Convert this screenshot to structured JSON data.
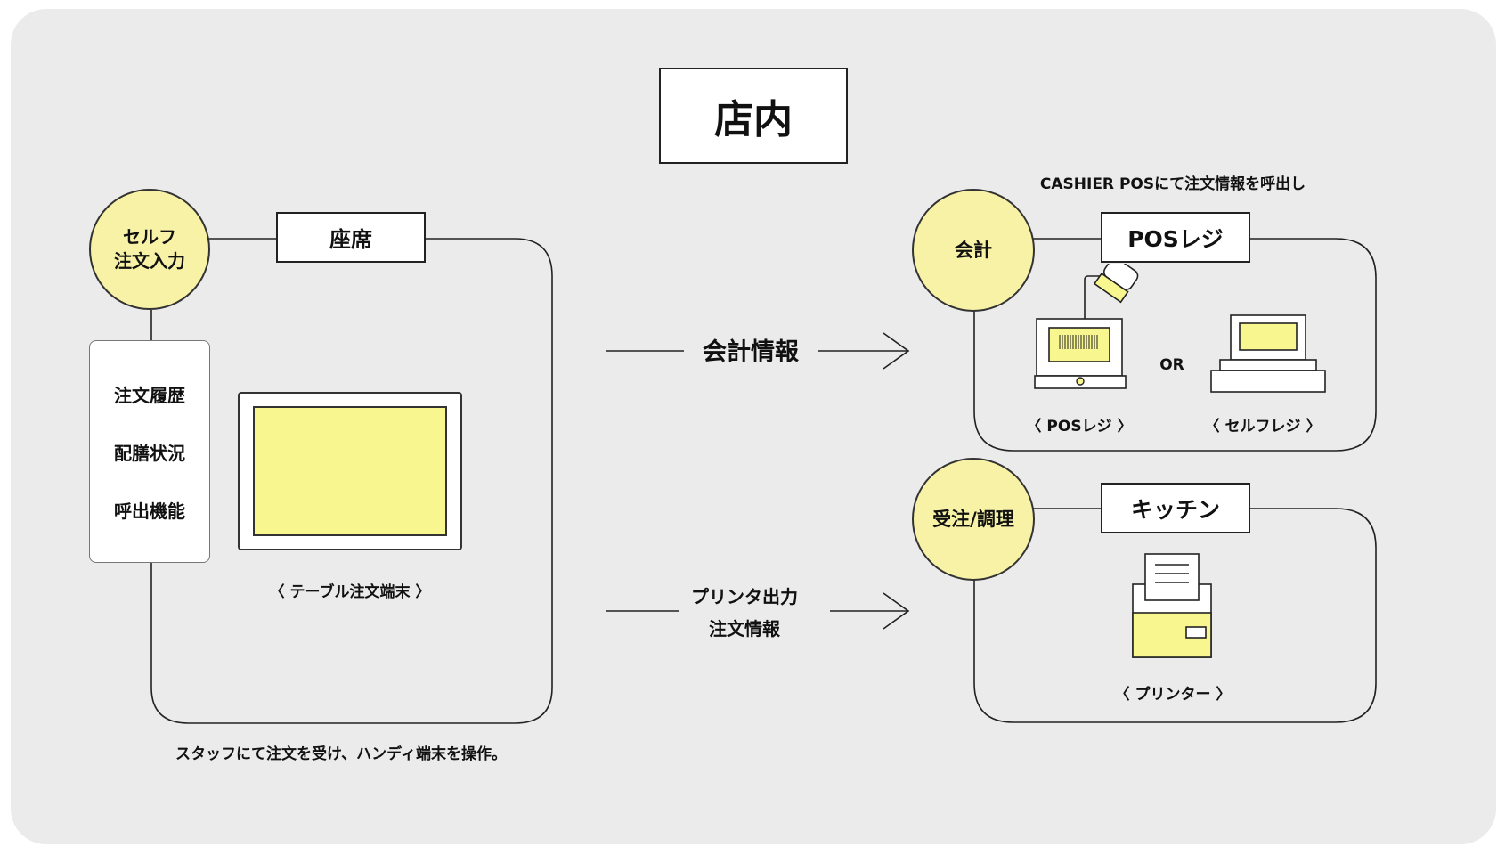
{
  "title": "店内",
  "seat": {
    "label": "座席",
    "circle_line1": "セルフ",
    "circle_line2": "注文入力",
    "features": [
      "注文履歴",
      "配膳状況",
      "呼出機能"
    ],
    "terminal_caption": "〈 テーブル注文端末 〉",
    "footer_note": "スタッフにて注文を受け、ハンディ端末を操作。"
  },
  "flows": {
    "payment_info": "会計情報",
    "printer_line1": "プリンタ出力",
    "printer_line2": "注文情報"
  },
  "pos": {
    "note": "CASHIER POSにて注文情報を呼出し",
    "label": "POSレジ",
    "circle": "会計",
    "or": "OR",
    "pos_caption": "〈 POSレジ 〉",
    "self_caption": "〈 セルフレジ 〉"
  },
  "kitchen": {
    "label": "キッチン",
    "circle": "受注/調理",
    "printer_caption": "〈 プリンター 〉"
  },
  "colors": {
    "panel_bg": "#ebebeb",
    "accent_yellow": "#f8f2a6",
    "screen_yellow": "#f8f68e",
    "line": "#222222"
  }
}
